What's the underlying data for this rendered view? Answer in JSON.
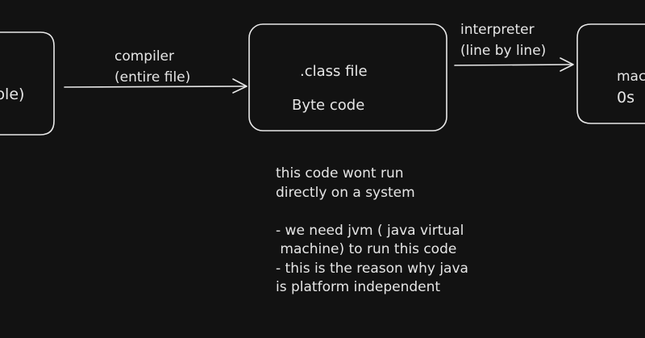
{
  "diagram": {
    "left_box": {
      "text": "ble)"
    },
    "compiler_arrow": {
      "line1": "compiler",
      "line2": "(entire file)"
    },
    "class_box": {
      "line1": ".class file",
      "line2": "Byte code"
    },
    "interpreter_arrow": {
      "line1": "interpreter",
      "line2": "(line by line)"
    },
    "machine_box": {
      "line1": "mac",
      "line2": "0s"
    },
    "note_lines": [
      "this code wont run",
      "directly on a system",
      "",
      "- we need jvm ( java virtual",
      " machine) to run this code",
      "- this is the reason why java",
      "is platform independent"
    ]
  },
  "colors": {
    "background": "#121212",
    "stroke": "#e8e8e8",
    "text": "#e6e6e6"
  }
}
